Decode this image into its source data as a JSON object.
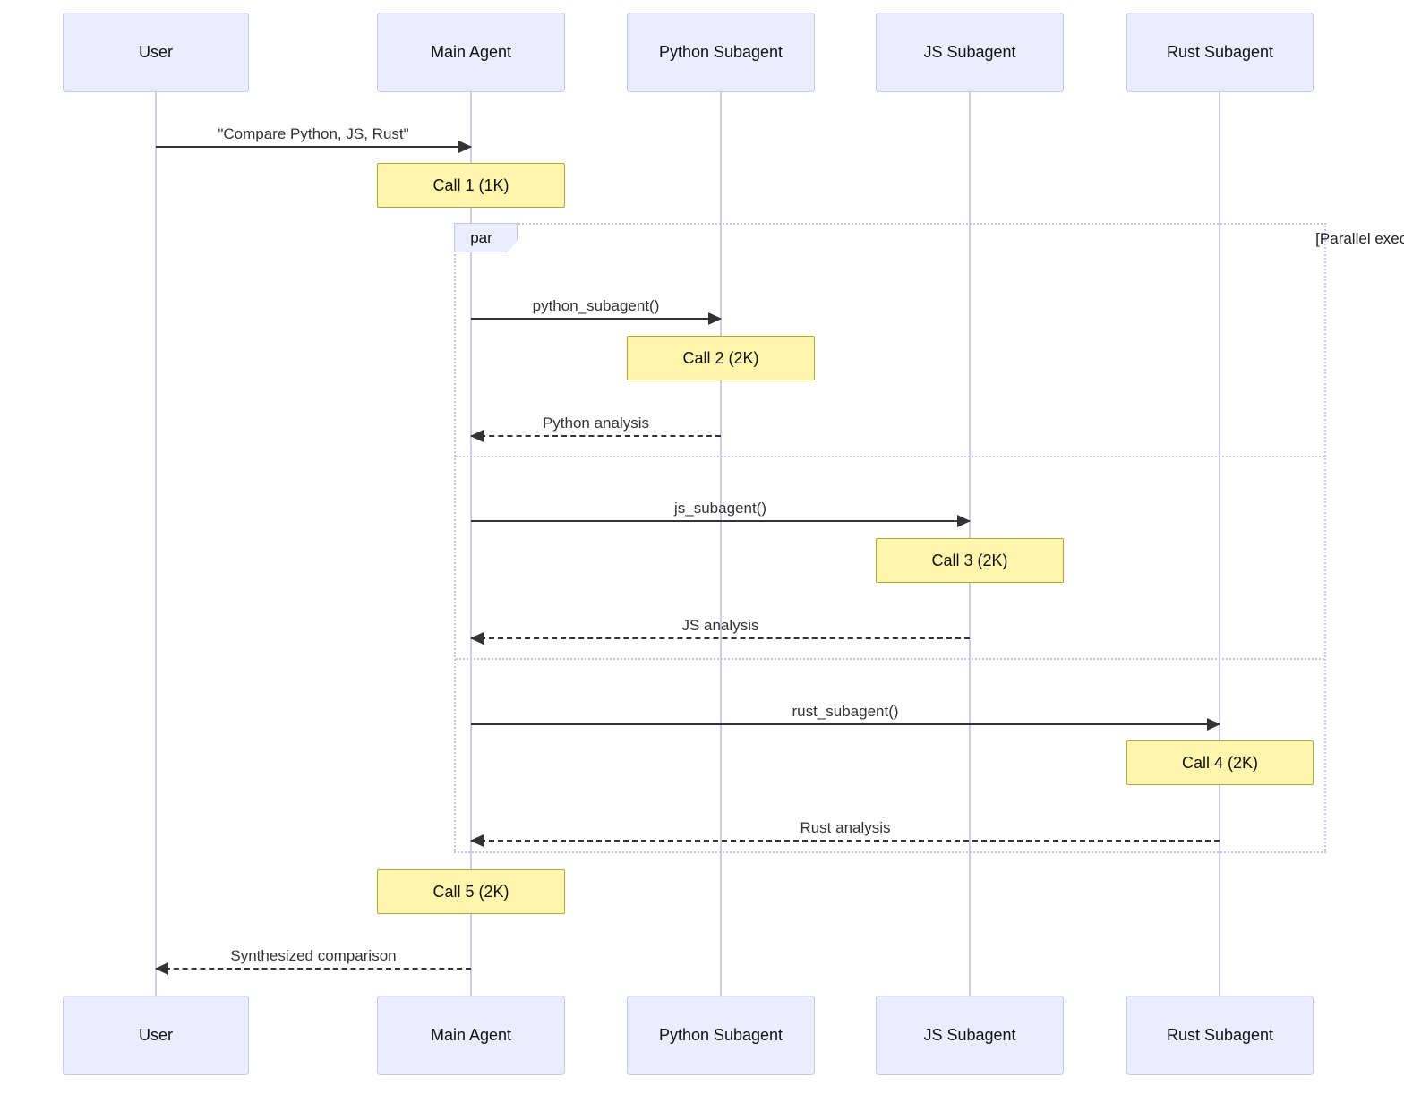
{
  "participants": {
    "user": "User",
    "main_agent": "Main Agent",
    "python_subagent": "Python Subagent",
    "js_subagent": "JS Subagent",
    "rust_subagent": "Rust Subagent"
  },
  "messages": {
    "user_request": "\"Compare Python, JS, Rust\"",
    "python_call": "python_subagent()",
    "python_return": "Python analysis",
    "js_call": "js_subagent()",
    "js_return": "JS analysis",
    "rust_call": "rust_subagent()",
    "rust_return": "Rust analysis",
    "final_return": "Synthesized comparison"
  },
  "notes": {
    "call1": "Call 1 (1K)",
    "call2": "Call 2 (2K)",
    "call3": "Call 3 (2K)",
    "call4": "Call 4 (2K)",
    "call5": "Call 5 (2K)"
  },
  "par_block": {
    "label": "par",
    "condition": "[Parallel execution]"
  },
  "colors": {
    "actor_fill": "#ECECFF",
    "actor_border": "#c8c8e6",
    "note_fill": "#fff5ad",
    "note_border": "#aaaa33",
    "lifeline": "#cfccee",
    "par_border": "#c5c2ee",
    "arrow": "#333333",
    "text": "#111111"
  }
}
